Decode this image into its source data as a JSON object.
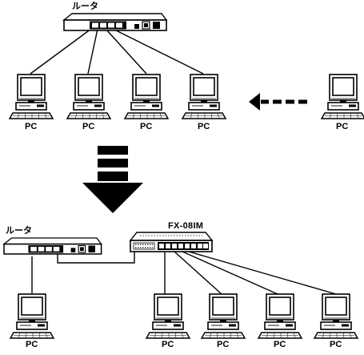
{
  "before": {
    "router_label": "ルータ",
    "pc_label": "PC"
  },
  "after": {
    "router_label": "ルータ",
    "switch_label": "FX-08IM",
    "pc_label": "PC"
  },
  "icons": [
    "router-icon",
    "pc-icon",
    "switch-icon",
    "arrow-left-dashed-icon",
    "arrow-down-icon"
  ]
}
